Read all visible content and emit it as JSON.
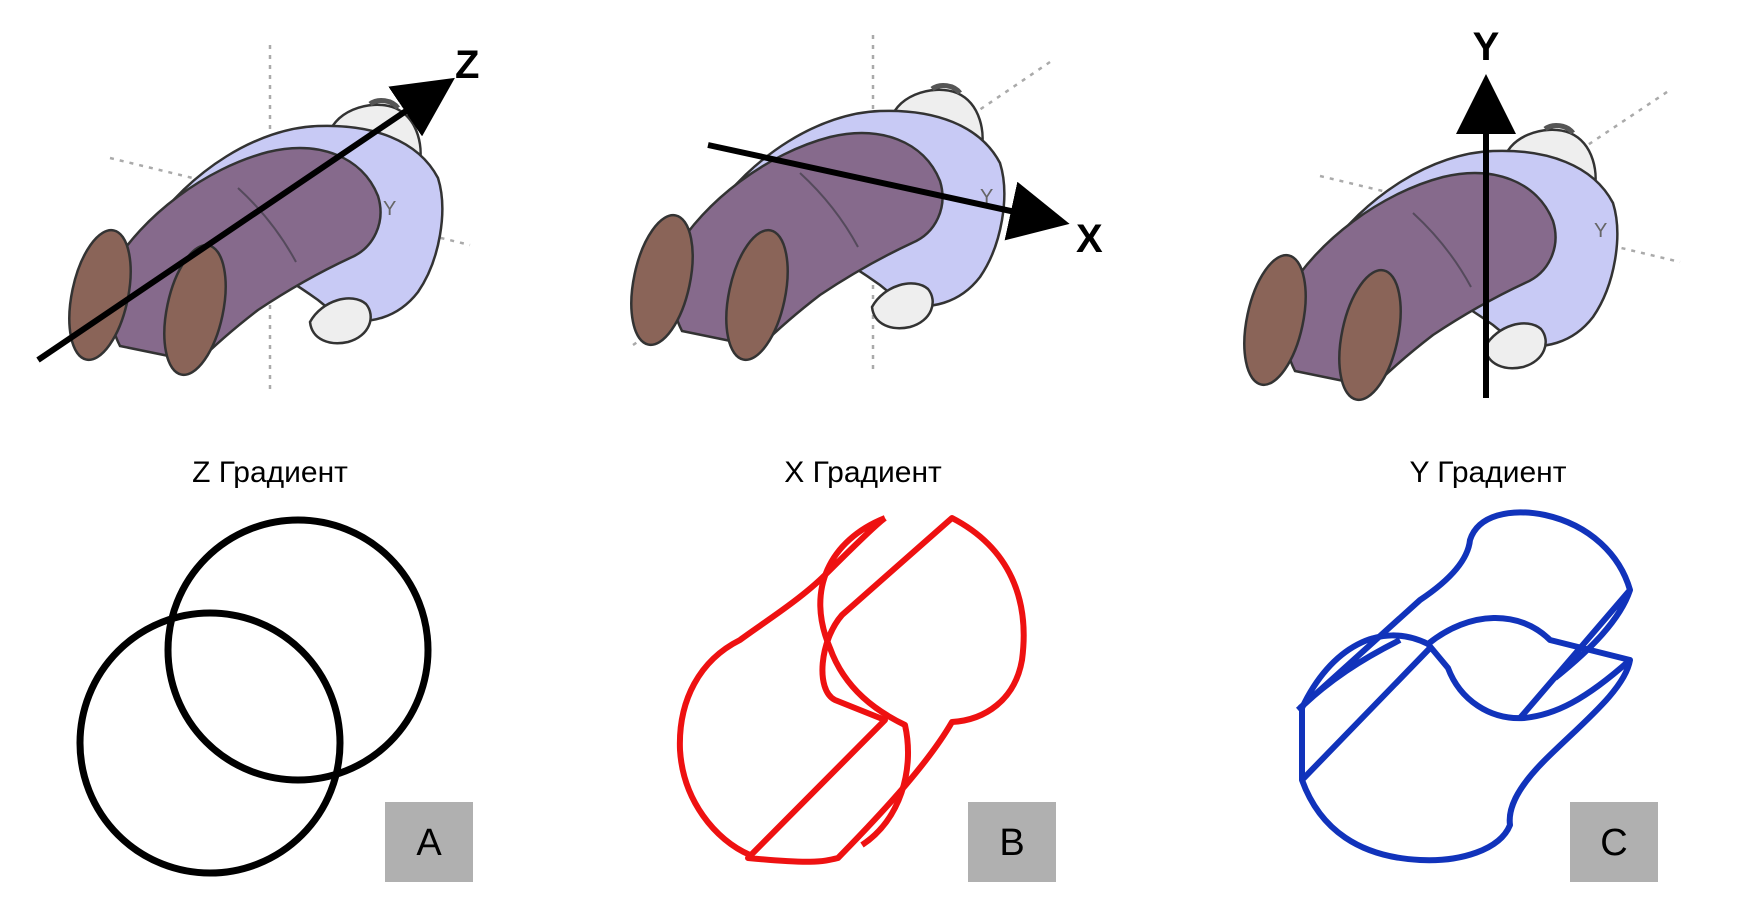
{
  "panels": [
    {
      "axis_label": "Z",
      "title": "Z Градиент",
      "badge": "A",
      "body_y_label": "Y",
      "curve_color": "#000000"
    },
    {
      "axis_label": "X",
      "title": "X Градиент",
      "badge": "B",
      "body_y_label": "Y",
      "curve_color": "#ee1111"
    },
    {
      "axis_label": "Y",
      "title": "Y Градиент",
      "badge": "C",
      "body_y_label": "Y",
      "curve_color": "#1133bb"
    }
  ],
  "colors": {
    "shirt": "#c8caf5",
    "pants": "#866a8c",
    "shoe": "#8a6458",
    "skin": "#eeeeee",
    "guide_line": "#aaaaaa",
    "badge_bg": "#b0b0b0"
  }
}
